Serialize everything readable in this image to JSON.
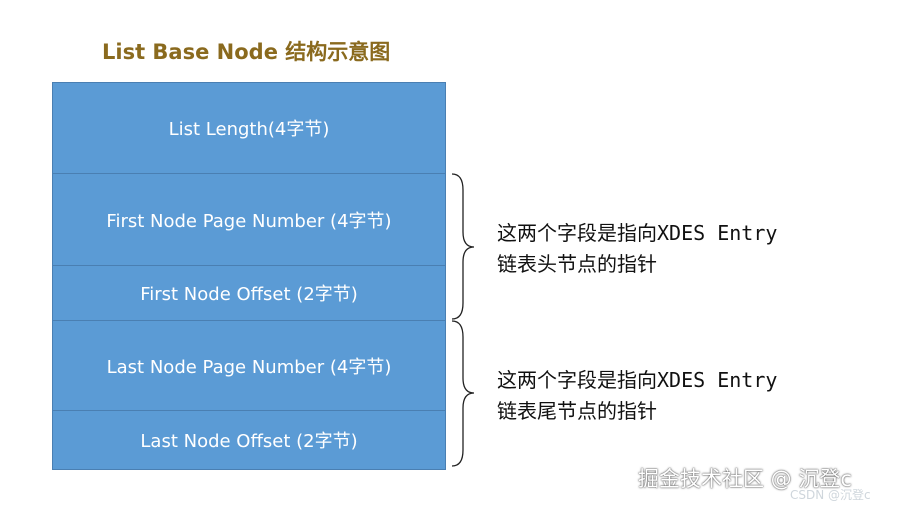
{
  "title": "List Base Node 结构示意图",
  "fields": [
    {
      "label": "List Length(4字节)"
    },
    {
      "label": "First Node Page Number (4字节)"
    },
    {
      "label": "First Node Offset (2字节)"
    },
    {
      "label": "Last Node Page Number (4字节)"
    },
    {
      "label": "Last Node Offset (2字节)"
    }
  ],
  "annotations": [
    {
      "line1": "这两个字段是指向XDES Entry",
      "line2": "链表头节点的指针"
    },
    {
      "line1": "这两个字段是指向XDES Entry",
      "line2": "链表尾节点的指针"
    }
  ],
  "watermark": {
    "main": "掘金技术社区 @ 沉登c",
    "sub": "CSDN @沉登c"
  },
  "colors": {
    "title": "#8a6a1e",
    "box_fill": "#5b9bd5",
    "box_border": "#4a7fb2",
    "box_text": "#ffffff"
  }
}
